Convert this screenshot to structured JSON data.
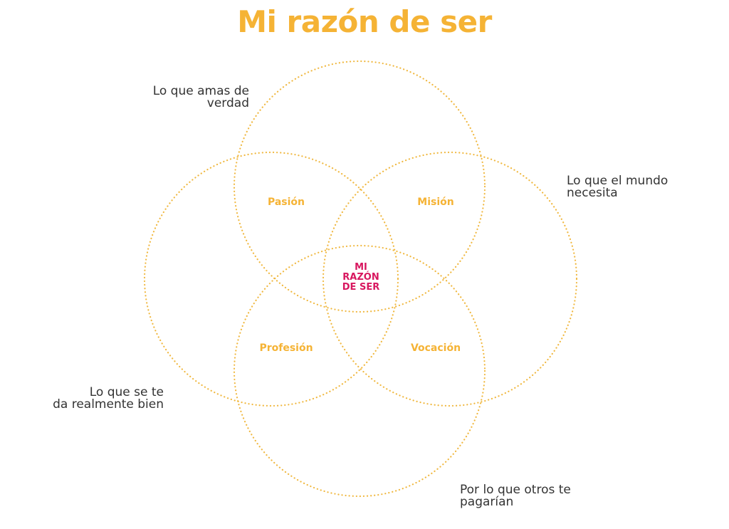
{
  "title": "Mi razón de ser",
  "colors": {
    "accent": "#f5b335",
    "circle": "#f0b840",
    "center": "#d8175f",
    "text": "#333333"
  },
  "circles": [
    {
      "id": "love",
      "label": "Lo que amas de\nverdad"
    },
    {
      "id": "world",
      "label": "Lo que el mundo\nnecesita"
    },
    {
      "id": "good",
      "label": "Lo que se te\nda realmente bien"
    },
    {
      "id": "paid",
      "label": "Por lo que otros te\npagarían"
    }
  ],
  "regions": {
    "pasion": "Pasión",
    "mision": "Misión",
    "profesion": "Profesión",
    "vocacion": "Vocación"
  },
  "center": "MI\nRAZÓN\nDE SER"
}
